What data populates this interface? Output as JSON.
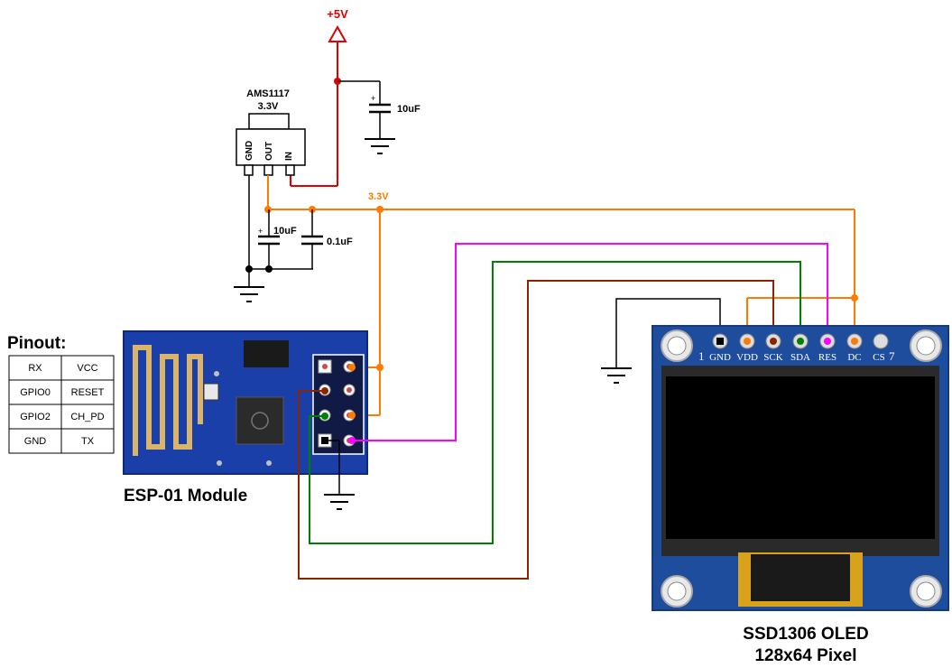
{
  "supply": {
    "label": "+5V",
    "rail_label": "3.3V"
  },
  "regulator": {
    "name": "AMS1117",
    "voltage": "3.3V",
    "pins": [
      "GND",
      "OUT",
      "IN"
    ]
  },
  "capacitors": {
    "c_input": "10uF",
    "c_out_bulk": "10uF",
    "c_out_decouple": "0.1uF",
    "polarity_mark": "+"
  },
  "pinout": {
    "title": "Pinout:",
    "rows": [
      [
        "RX",
        "VCC"
      ],
      [
        "GPIO0",
        "RESET"
      ],
      [
        "GPIO2",
        "CH_PD"
      ],
      [
        "GND",
        "TX"
      ]
    ]
  },
  "esp01": {
    "label": "ESP-01 Module"
  },
  "oled": {
    "pins": [
      "GND",
      "VDD",
      "SCK",
      "SDA",
      "RES",
      "DC",
      "CS"
    ],
    "pin_first_number": "1",
    "pin_last_number": "7",
    "title_line1": "SSD1306 OLED",
    "title_line2": "128x64 Pixel"
  },
  "colors": {
    "supply_5v": "#e00000",
    "rail_3v3": "#ff7a00",
    "wire_res": "#ff00ff",
    "wire_sda": "#008000",
    "wire_sck": "#8b2500",
    "ground": "#000000",
    "esp_board": "#1a3fa8",
    "oled_board": "#1f4d9e"
  }
}
